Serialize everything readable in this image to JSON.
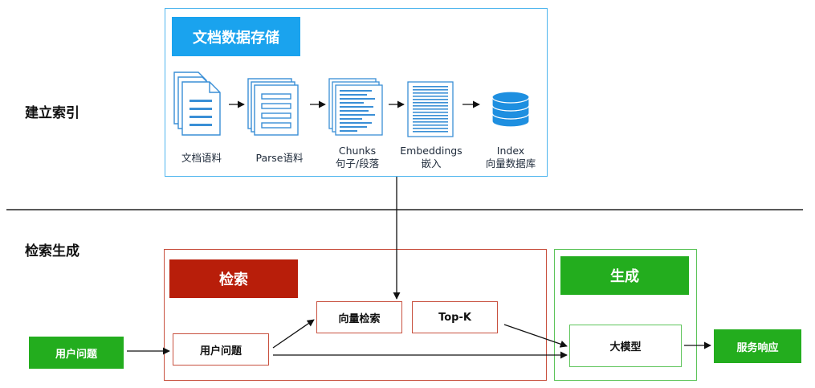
{
  "sections": {
    "indexing": "建立索引",
    "retrieval_generation": "检索生成"
  },
  "storage": {
    "title": "文档数据存储",
    "steps": [
      {
        "label": "文档语料",
        "icon": "documents-icon"
      },
      {
        "label": "Parse语料",
        "icon": "parsed-document-icon"
      },
      {
        "label": "Chunks",
        "label2": "句子/段落",
        "icon": "chunks-icon"
      },
      {
        "label": "Embeddings",
        "label2": "嵌入",
        "icon": "embedding-icon"
      },
      {
        "label": "Index",
        "label2": "向量数据库",
        "icon": "database-icon"
      }
    ]
  },
  "retrieval": {
    "title": "检索",
    "user_query": "用户问题",
    "vector_search": "向量检索",
    "topk": "Top-K"
  },
  "generation": {
    "title": "生成",
    "llm": "大模型"
  },
  "input": "用户问题",
  "output": "服务响应",
  "colors": {
    "blue": "#1aa3ee",
    "red": "#b81e0a",
    "green": "#23ad1e"
  }
}
